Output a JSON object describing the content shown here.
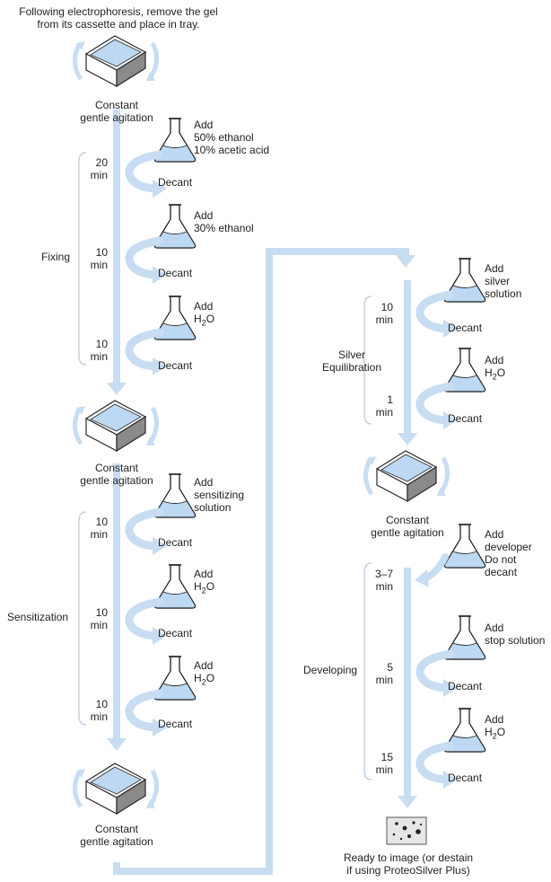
{
  "intro": [
    "Following electrophoresis, remove the gel",
    "from its cassette and place in tray."
  ],
  "agitation": [
    "Constant",
    "gentle agitation"
  ],
  "decant": "Decant",
  "water": [
    "Add",
    "H",
    "2",
    "O"
  ],
  "stages": [
    {
      "name": "Fixing",
      "times": [
        [
          "20",
          "min"
        ],
        [
          "10",
          "min"
        ],
        [
          "10",
          "min"
        ]
      ]
    },
    {
      "name": "Sensitization",
      "times": [
        [
          "10",
          "min"
        ],
        [
          "10",
          "min"
        ],
        [
          "10",
          "min"
        ]
      ]
    },
    {
      "name": [
        "Silver",
        "Equilibration"
      ],
      "times": [
        [
          "10",
          "min"
        ],
        [
          "1",
          "min"
        ]
      ]
    },
    {
      "name": "Developing",
      "times": [
        [
          "3–7",
          "min"
        ],
        [
          "5",
          "min"
        ],
        [
          "15",
          "min"
        ]
      ]
    }
  ],
  "additions": {
    "fix1": [
      "Add",
      "50% ethanol",
      "10% acetic acid"
    ],
    "fix2": [
      "Add",
      "30% ethanol"
    ],
    "sens1": [
      "Add",
      "sensitizing",
      "solution"
    ],
    "silver1": [
      "Add",
      "silver",
      "solution"
    ],
    "dev1": [
      "Add",
      "developer",
      "Do not",
      "decant"
    ],
    "dev2": [
      "Add",
      "stop solution"
    ]
  },
  "final": [
    "Ready to image (or destain",
    "if using ProteoSilver Plus)"
  ],
  "colors": {
    "arrow": "#c8ddf2",
    "liquid": "#bcd8f2",
    "outline": "#2a2a2a",
    "bracket": "#b8cce0"
  }
}
